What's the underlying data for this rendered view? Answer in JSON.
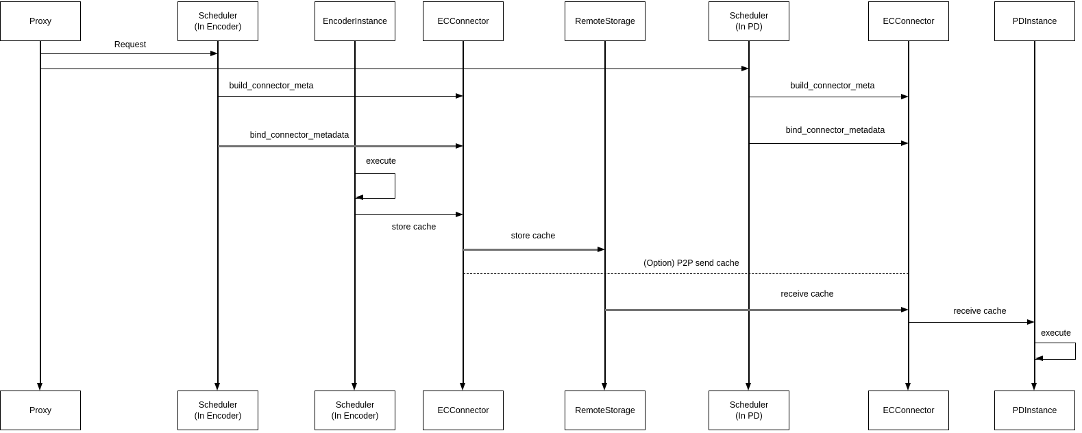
{
  "diagram": {
    "type": "sequence-diagram",
    "participants": [
      {
        "top": "Proxy",
        "bottom": "Proxy"
      },
      {
        "top": "Scheduler\n(In Encoder)",
        "bottom": "Scheduler\n(In Encoder)"
      },
      {
        "top": "EncoderInstance",
        "bottom": "Scheduler\n(In Encoder)"
      },
      {
        "top": "ECConnector",
        "bottom": "ECConnector"
      },
      {
        "top": "RemoteStorage",
        "bottom": "RemoteStorage"
      },
      {
        "top": "Scheduler\n(In PD)",
        "bottom": "Scheduler\n(In PD)"
      },
      {
        "top": "ECConnector",
        "bottom": "ECConnector"
      },
      {
        "top": "PDInstance",
        "bottom": "PDInstance"
      }
    ],
    "messages": [
      {
        "label": "Request",
        "from": "Proxy",
        "to": "Scheduler (In Encoder)",
        "line": "solid",
        "color": "#000000"
      },
      {
        "label": "",
        "from": "Proxy",
        "to": "Scheduler (In PD)",
        "line": "solid",
        "color": "#000000"
      },
      {
        "label": "build_connector_meta",
        "from": "Scheduler (In Encoder)",
        "to": "ECConnector",
        "line": "solid",
        "color": "#000000"
      },
      {
        "label": "build_connector_meta",
        "from": "Scheduler (In PD)",
        "to": "ECConnector",
        "line": "solid",
        "color": "#000000"
      },
      {
        "label": "bind_connector_metadata",
        "from": "Scheduler (In Encoder)",
        "to": "ECConnector",
        "line": "solid",
        "color": "#737373"
      },
      {
        "label": "bind_connector_metadata",
        "from": "Scheduler (In PD)",
        "to": "ECConnector",
        "line": "solid",
        "color": "#000000"
      },
      {
        "label": "execute",
        "from": "EncoderInstance",
        "to": "EncoderInstance",
        "line": "self-loop",
        "color": "#000000"
      },
      {
        "label": "store cache",
        "from": "EncoderInstance",
        "to": "ECConnector",
        "line": "solid",
        "color": "#000000"
      },
      {
        "label": "store cache",
        "from": "ECConnector",
        "to": "RemoteStorage",
        "line": "solid",
        "color": "#737373"
      },
      {
        "label": "(Option) P2P send cache",
        "from": "ECConnector",
        "to": "ECConnector",
        "line": "dashed",
        "color": "#000000"
      },
      {
        "label": "receive cache",
        "from": "RemoteStorage",
        "to": "ECConnector",
        "line": "solid",
        "color": "#737373"
      },
      {
        "label": "receive cache",
        "from": "ECConnector",
        "to": "PDInstance",
        "line": "solid",
        "color": "#000000"
      },
      {
        "label": "execute",
        "from": "PDInstance",
        "to": "PDInstance",
        "line": "self-loop",
        "color": "#000000"
      }
    ],
    "colors": {
      "background": "#ffffff",
      "stroke": "#000000",
      "muted_stroke": "#737373",
      "text": "#000000"
    }
  }
}
